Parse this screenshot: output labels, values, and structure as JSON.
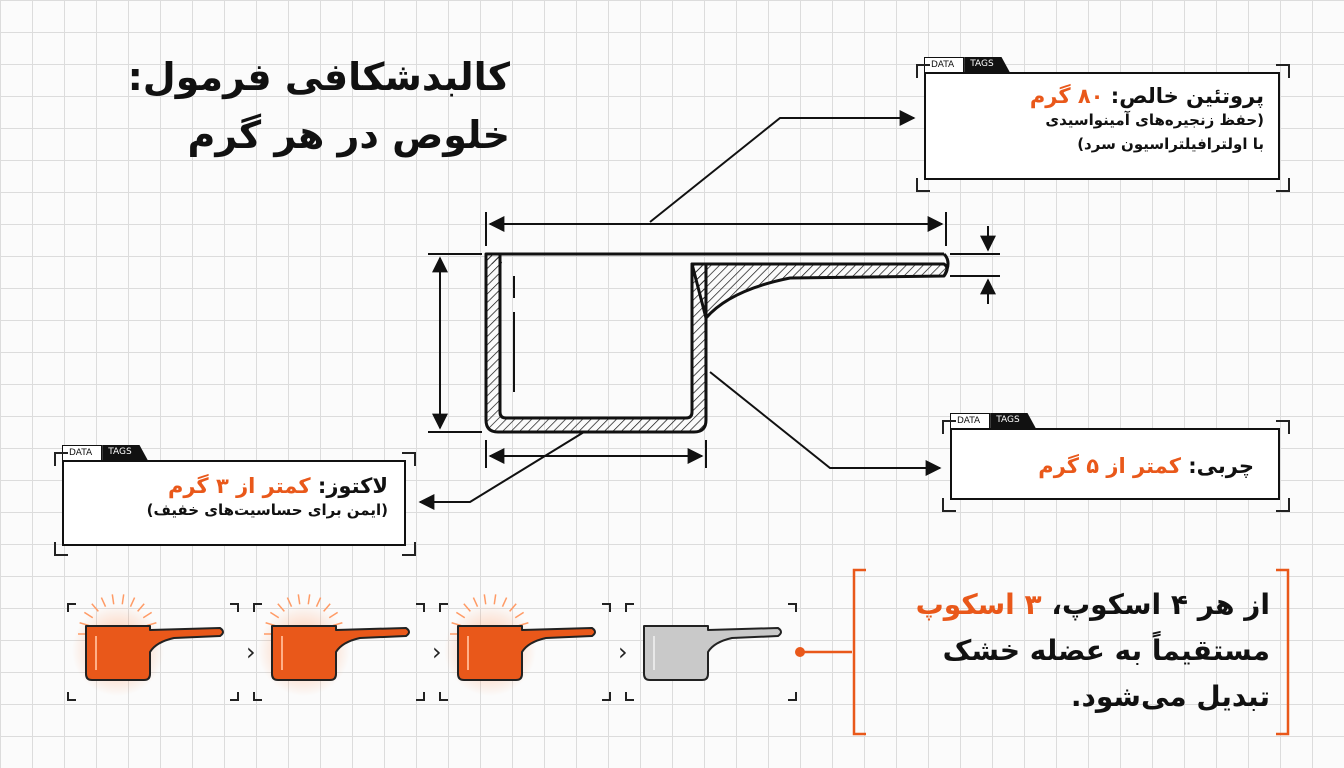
{
  "title": {
    "line1": "کالبدشکافی فرمول:",
    "line2": "خلوص در هر گرم"
  },
  "tab_labels": {
    "data": "DATA",
    "tags": "TAGS"
  },
  "callouts": {
    "protein": {
      "label": "پروتئین خالص: ",
      "value": "۸۰ گرم",
      "sub1": "(حفظ زنجیره‌های آمینواسیدی",
      "sub2": "با اولترافیلتراسیون سرد)"
    },
    "fat": {
      "label": "چربی: ",
      "value": "کمتر از ۵ گرم"
    },
    "lactose": {
      "label": "لاکتوز: ",
      "value": "کمتر از ۳ گرم",
      "sub1": "(ایمن برای حساسیت‌های خفیف)"
    }
  },
  "summary": {
    "line1_prefix": "از هر ۴ اسکوپ، ",
    "line1_accent": "۳ اسکوپ",
    "line2": "مستقیماً به عضله خشک",
    "line3": "تبدیل می‌شود."
  },
  "scoop_row": {
    "scoops": [
      {
        "state": "active"
      },
      {
        "state": "active"
      },
      {
        "state": "active"
      },
      {
        "state": "inactive"
      }
    ],
    "separator_glyph": "›"
  },
  "colors": {
    "accent": "#e9581a",
    "ink": "#111111",
    "inactive": "#c9c9c9",
    "grid": "#dcdcdc"
  }
}
